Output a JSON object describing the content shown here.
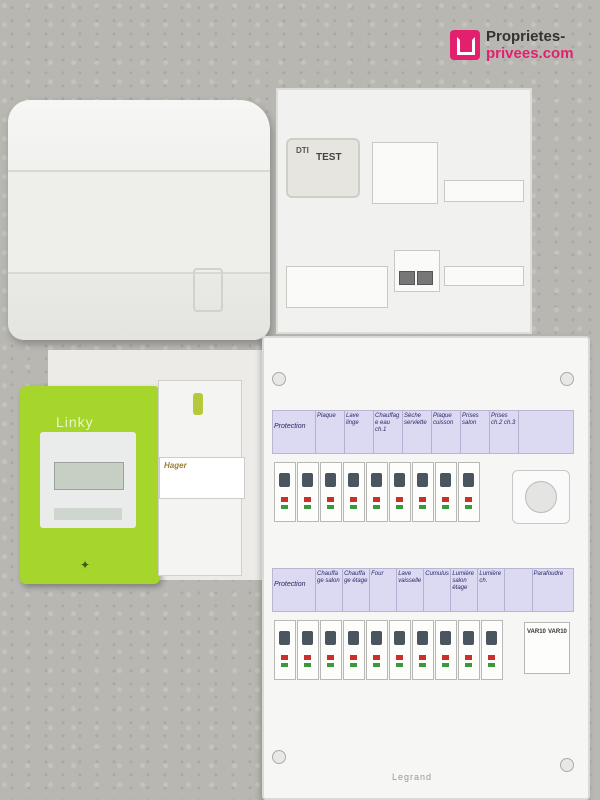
{
  "watermark": {
    "line1": "Proprietes-",
    "line2": "privees.com",
    "brand_color": "#e2206e"
  },
  "comm_module": {
    "dti_label": "DTI",
    "test_label": "TEST"
  },
  "linky": {
    "logo": "Linky",
    "body_color": "#a6d52b"
  },
  "differential": {
    "brand": "Hager"
  },
  "panel": {
    "brand": "Legrand",
    "row1_labels": [
      "Protection",
      "Plaque",
      "Lave linge",
      "Chauffage eau ch.1",
      "Sèche serviette",
      "Plaque cuisson",
      "Prises salon",
      "Prises ch.2 ch.3",
      ""
    ],
    "row2_labels": [
      "Protection",
      "Chauffage salon",
      "Chauffage étage",
      "Four",
      "Lave vaisselle",
      "Cumulus",
      "Lumière salon étage",
      "Lumière ch.",
      "",
      "Parafoudre"
    ],
    "surge_labels": [
      "VAR10",
      "VAR10"
    ]
  }
}
